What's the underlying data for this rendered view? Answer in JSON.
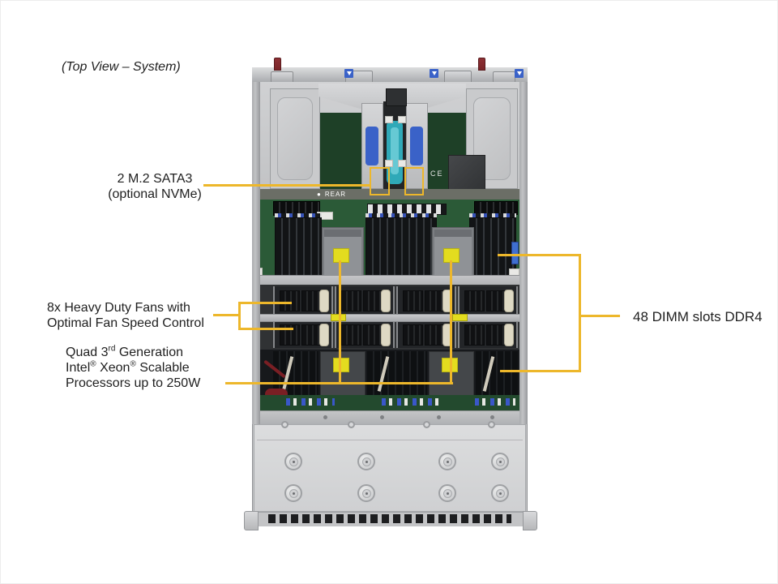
{
  "title": "(Top View – System)",
  "callouts": {
    "m2": {
      "line1": "2 M.2 SATA3",
      "line2": "(optional NVMe)"
    },
    "fans": {
      "line1": "8x Heavy Duty Fans with",
      "line2": "Optimal Fan Speed Control"
    },
    "cpu": {
      "line1_pre": "Quad 3",
      "line1_sup": "rd",
      "line1_post": " Generation",
      "line2_p1": "Intel",
      "line2_s1": "®",
      "line2_p2": " Xeon",
      "line2_s2": "®",
      "line2_p3": " Scalable",
      "line3": "Processors up to 250W"
    },
    "dimm": {
      "label": "48 DIMM slots DDR4"
    }
  },
  "chassis": {
    "rear_bullet": "●",
    "rear_label": "REAR",
    "ce_marking": "CE"
  },
  "colors": {
    "callout_yellow": "#EDB72B",
    "sticker_yellow": "#E3DC1F",
    "pcb_green": "#2B5A37",
    "pcb_green_dark": "#1E4027",
    "chassis_silver": "#C9CACC",
    "fan_dark": "#232528",
    "label_text": "#1F1F1F",
    "blue_sticker": "#3A62C8",
    "teal_cable": "#2FA9B8",
    "maroon_screw": "#7A2427"
  }
}
